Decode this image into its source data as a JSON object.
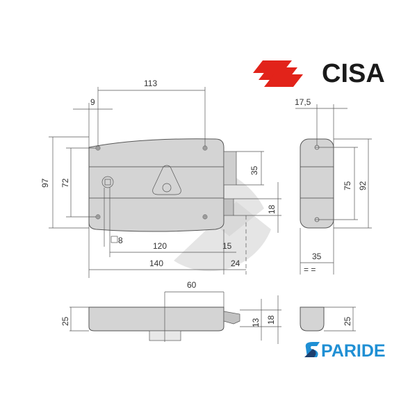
{
  "brand": {
    "name": "CISA",
    "color": "#e2231a",
    "text_color": "#1a1a1a"
  },
  "seller": {
    "name": "PARIDE",
    "color": "#1f8fd4",
    "icon_dark": "#1d3f6e"
  },
  "front_view": {
    "dims": {
      "hole_spacing_h": "113",
      "edge_offset": "9",
      "height_total": "97",
      "hole_spacing_v": "72",
      "bolt_height": "35",
      "latch_height": "18",
      "spindle_square": "8",
      "backset": "120",
      "latch_proj": "15",
      "width": "140",
      "bolt_proj": "24"
    }
  },
  "side_view": {
    "dims": {
      "offset": "17,5",
      "hole_spacing": "75",
      "height": "92",
      "width": "35",
      "equal_marks": "= ="
    }
  },
  "bottom_view": {
    "dims": {
      "cyl_offset": "60",
      "depth": "25",
      "latch_h": "13",
      "bolt_h": "18"
    }
  },
  "end_view": {
    "dims": {
      "depth": "25"
    }
  },
  "colors": {
    "body_fill": "#d4d4d4",
    "lines": "#444444",
    "arc": "#cfcfcf"
  }
}
